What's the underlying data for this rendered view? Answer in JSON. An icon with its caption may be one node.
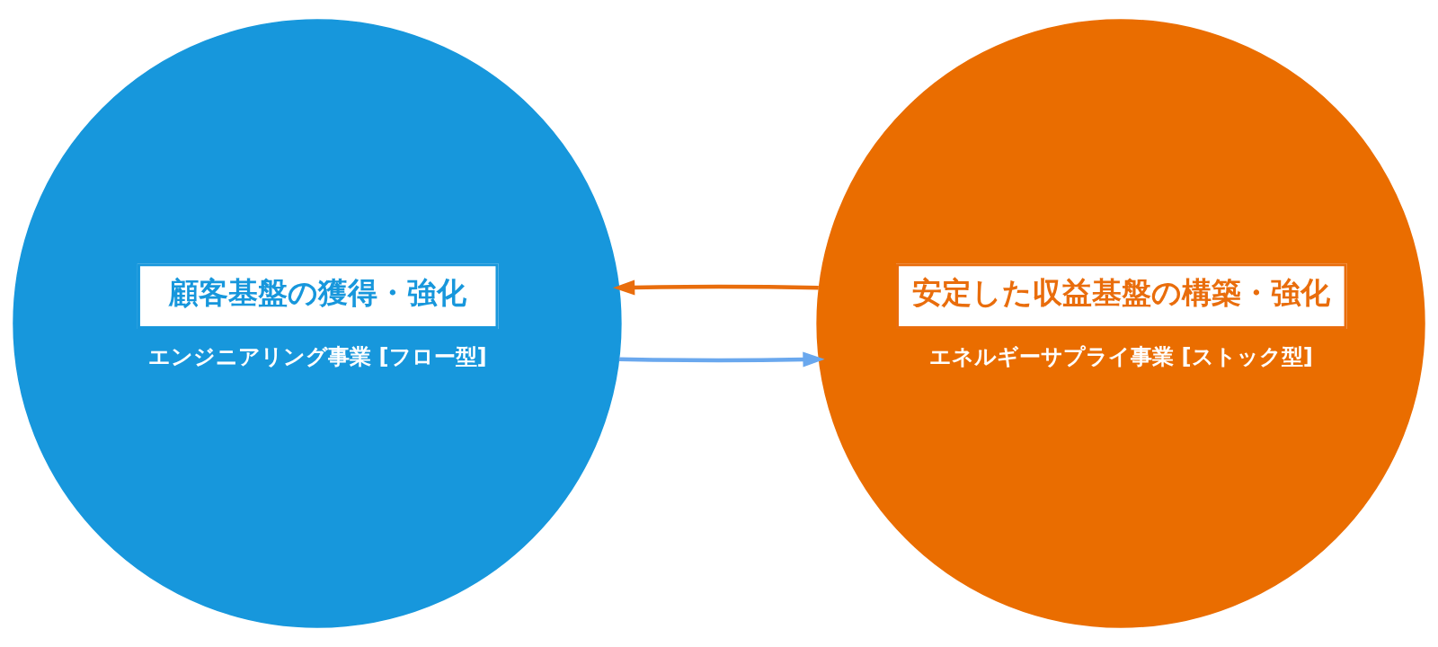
{
  "diagram": {
    "nodes": [
      {
        "text": [
          "顧客基盤の獲得・強化",
          "エンジニアリング事業 [フロー型]"
        ]
      },
      {
        "text": [
          "安定した収益基盤の構築・強化",
          "エネルギーサプライ事業 [ストック型]"
        ]
      }
    ],
    "edges": [
      {
        "from": 0,
        "to": 1,
        "arrow": "to",
        "color": "#6aa8ee"
      },
      {
        "from": 1,
        "to": 0,
        "arrow": "to",
        "color": "#e96d0c"
      }
    ]
  }
}
